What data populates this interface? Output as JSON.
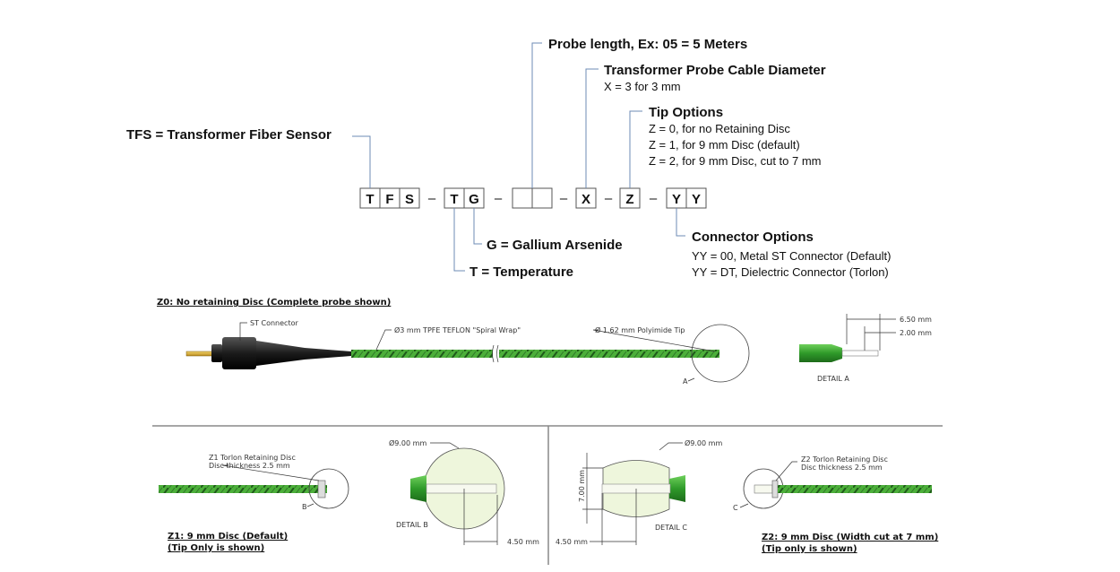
{
  "header_labels": {
    "tfs": "TFS = Transformer Fiber Sensor",
    "probe_length": "Probe length, Ex: 05 = 5 Meters",
    "cable_diameter_title": "Transformer Probe Cable Diameter",
    "cable_diameter_value": "X = 3 for 3 mm",
    "tip_options_title": "Tip Options",
    "tip_option_0": "Z = 0, for no Retaining Disc",
    "tip_option_1": "Z = 1, for 9 mm Disc (default)",
    "tip_option_2": "Z = 2, for 9 mm Disc, cut to 7 mm",
    "gallium": "G = Gallium Arsenide",
    "temperature": "T = Temperature",
    "connector_options_title": "Connector Options",
    "connector_option_00": "YY = 00, Metal ST Connector (Default)",
    "connector_option_dt": "YY = DT, Dielectric Connector (Torlon)"
  },
  "code": {
    "c1": "T",
    "c2": "F",
    "c3": "S",
    "c4": "T",
    "c5": "G",
    "c6": "",
    "c7": "",
    "c8": "X",
    "c9": "Z",
    "c10": "Y",
    "c11": "Y",
    "dash": "–"
  },
  "z0": {
    "caption": "Z0: No retaining Disc (Complete probe shown)",
    "st_connector": "ST Connector",
    "spiral_wrap": "Ø3 mm TPFE TEFLON \"Spiral Wrap\"",
    "polyimide_tip": "Ø 1.62 mm Polyimide Tip",
    "detail_ref": "A",
    "dim_650": "6.50 mm",
    "dim_200": "2.00 mm",
    "detail_label": "DETAIL A"
  },
  "z1": {
    "note_line1": "Z1 Torlon Retaining Disc",
    "note_line2": "Disc thickness 2.5 mm",
    "detail_ref": "B",
    "diameter": "Ø9.00 mm",
    "detail_label": "DETAIL B",
    "dim_450": "4.50 mm",
    "caption_line1": "Z1: 9 mm Disc (Default)",
    "caption_line2": "(Tip Only is shown)"
  },
  "z2": {
    "diameter": "Ø9.00 mm",
    "dim_700": "7.00 mm",
    "dim_450": "4.50 mm",
    "detail_label": "DETAIL C",
    "note_line1": "Z2 Torlon Retaining Disc",
    "note_line2": "Disc thickness 2.5 mm",
    "detail_ref": "C",
    "caption_line1": "Z2: 9 mm Disc (Width cut at 7 mm)",
    "caption_line2": "(Tip only is shown)"
  },
  "colors": {
    "cable_green": "#4caf3a",
    "cable_stripe": "#1f5a1a",
    "leader_blue": "#6d8bb5",
    "disc_fill": "#eef6dc"
  }
}
